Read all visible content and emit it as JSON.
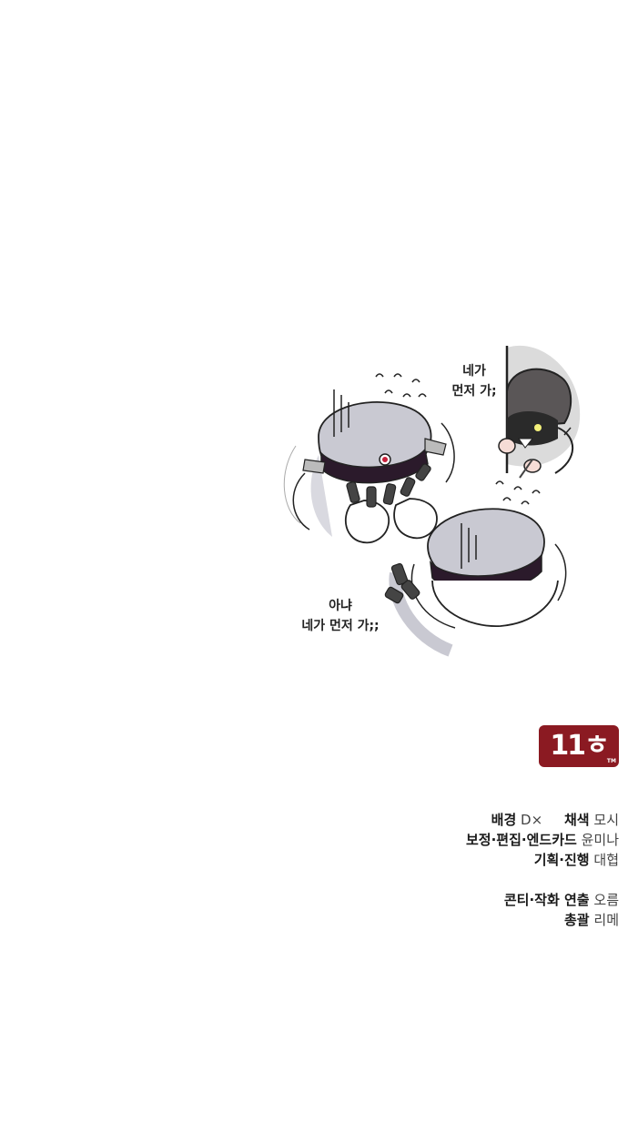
{
  "speech": {
    "top_right": [
      "네가",
      "먼저 가;"
    ],
    "bottom_left": [
      "아냐",
      "네가 먼저 가;;"
    ]
  },
  "logo": {
    "text": "11",
    "glyph": "ㅎ",
    "tm": "TM",
    "color": "#8b1a22"
  },
  "credits": {
    "line1": {
      "role1": "배경",
      "name1": "D×",
      "role2": "채색",
      "name2": "모시"
    },
    "line2": {
      "role": "보정·편집·엔드카드",
      "name": "윤미나"
    },
    "line3": {
      "role": "기획·진행",
      "name": "대협"
    },
    "line4": {
      "role": "콘티·작화 연출",
      "name": "오름"
    },
    "line5": {
      "role": "총괄",
      "name": "리메"
    }
  }
}
